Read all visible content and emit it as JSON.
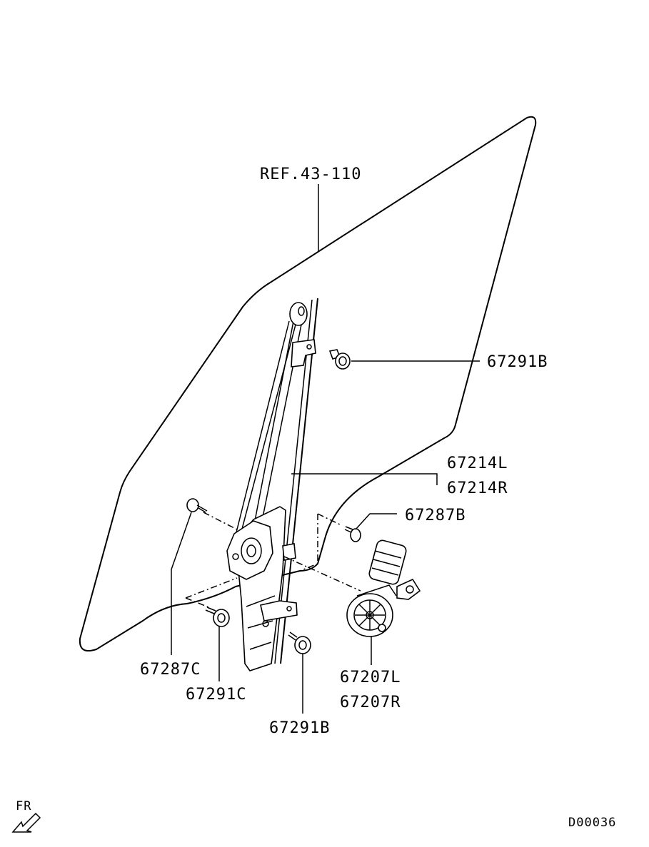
{
  "labels": {
    "ref_glass": "REF.43-110",
    "bolt_upper": "67291B",
    "regulator_l": "67214L",
    "regulator_r": "67214R",
    "screw_motor": "67287B",
    "screw_left": "67287C",
    "bolt_left": "67291C",
    "bolt_lower": "67291B",
    "motor_l": "67207L",
    "motor_r": "67207R",
    "front_dir": "FR",
    "diagram_code": "D00036"
  }
}
